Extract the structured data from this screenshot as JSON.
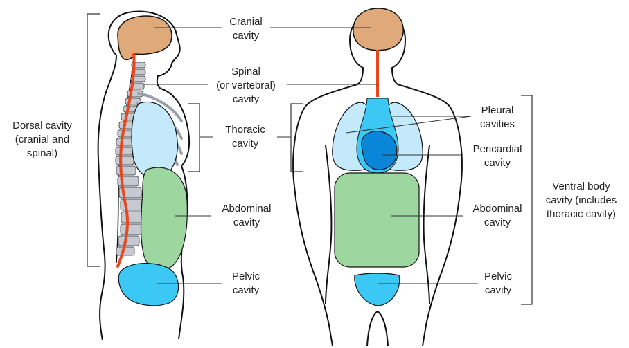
{
  "labels": {
    "cranial": [
      "Cranial",
      "cavity"
    ],
    "spinal": [
      "Spinal",
      "(or vertebral)",
      "cavity"
    ],
    "thoracic": [
      "Thoracic",
      "cavity"
    ],
    "abdominal_left": [
      "Abdominal",
      "cavity"
    ],
    "pelvic_left": [
      "Pelvic",
      "cavity"
    ],
    "dorsal": [
      "Dorsal cavity",
      "(cranial and",
      "spinal)"
    ],
    "pleural": [
      "Pleural",
      "cavities"
    ],
    "pericardial": [
      "Pericardial",
      "cavity"
    ],
    "abdominal_right": [
      "Abdominal",
      "cavity"
    ],
    "pelvic_right": [
      "Pelvic",
      "cavity"
    ],
    "ventral": [
      "Ventral body",
      "cavity (includes",
      "thoracic cavity)"
    ]
  },
  "colors": {
    "brain": "#dfa97a",
    "spinal_cord": "#e8461c",
    "vertebrae": "#c4c9d2",
    "lung": "#c3e9fb",
    "heart": "#0a86d8",
    "pleural_blue": "#3cc8f4",
    "abdominal": "#9ed6a0",
    "pelvic": "#3cc8f4",
    "outline": "#111111"
  }
}
